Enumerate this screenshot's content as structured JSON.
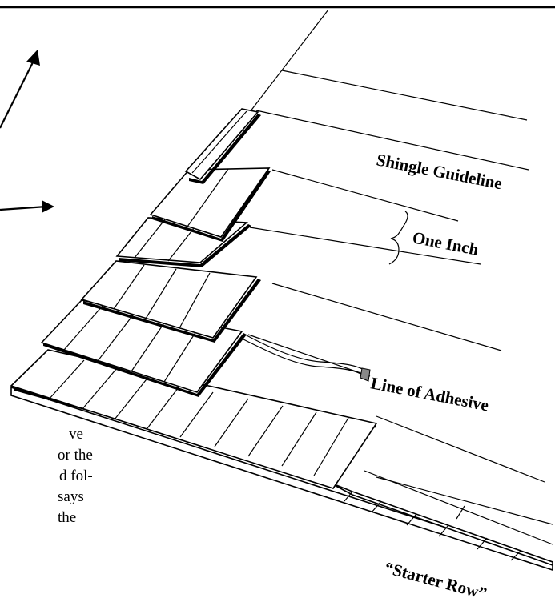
{
  "labels": {
    "shingle_guideline": "Shingle Guideline",
    "one_inch": "One Inch",
    "line_of_adhesive": "Line of Adhesive",
    "starter_row": "“Starter Row”"
  },
  "body_text_fragments": [
    "ve",
    "or the",
    "d fol-",
    " says",
    " the"
  ],
  "icons": [
    "arrow-up-icon",
    "arrow-right-icon"
  ],
  "colors": {
    "ink": "#000000",
    "paper": "#ffffff"
  }
}
